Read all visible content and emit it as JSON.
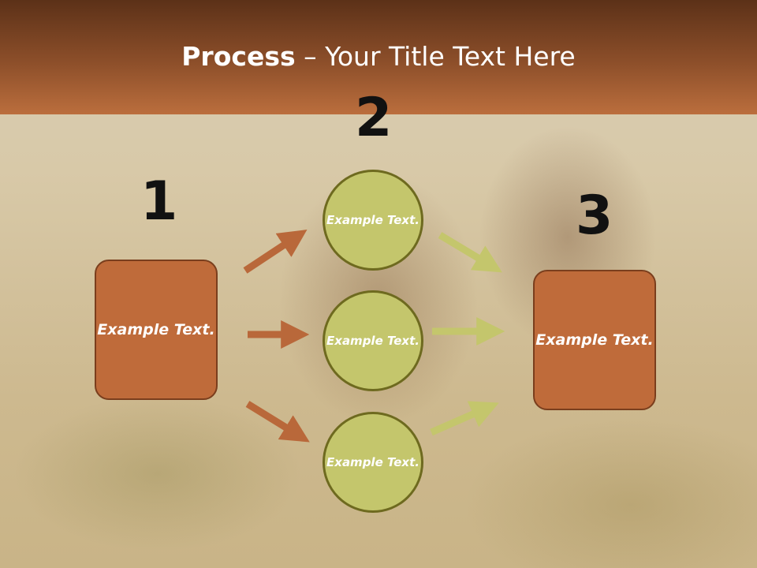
{
  "slide": {
    "title_bold": "Process",
    "title_rest": " – Your Title Text Here"
  },
  "steps": [
    {
      "number": "1",
      "label": "Example Text."
    },
    {
      "number": "2",
      "circles": [
        "Example Text.",
        "Example Text.",
        "Example Text."
      ]
    },
    {
      "number": "3",
      "label": "Example Text."
    }
  ],
  "colors": {
    "header_dark": "#5c3118",
    "header_light": "#bb6e3d",
    "box_fill": "#bf6b3a",
    "circle_fill": "#c4c66c",
    "arrow_left": "#b9683a",
    "arrow_right": "#c4c66c"
  }
}
